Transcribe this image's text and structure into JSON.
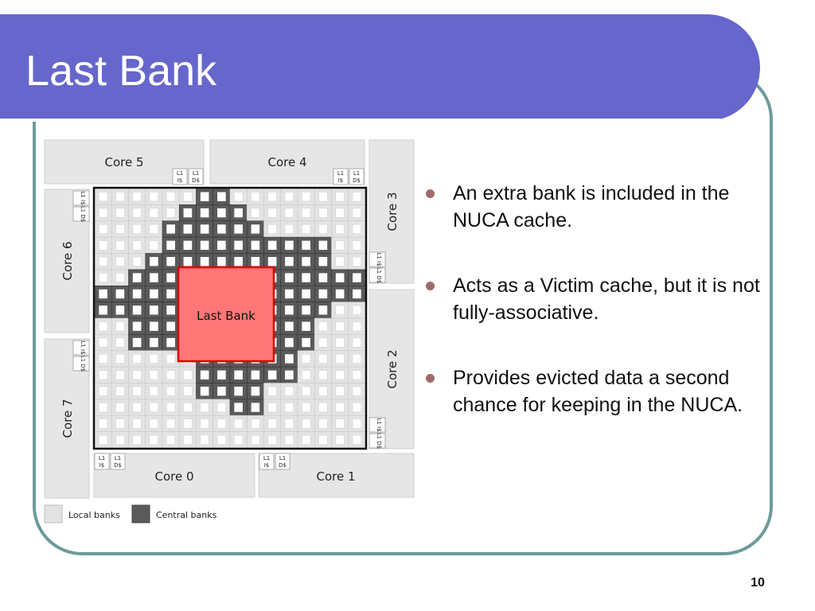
{
  "slide": {
    "title": "Last Bank",
    "page_number": "10",
    "bullets": [
      {
        "text": "An extra bank is included in the NUCA cache."
      },
      {
        "text": "Acts as a Victim cache, but it is not fully-associative."
      },
      {
        "text": "Provides evicted data a second chance for keeping in the NUCA."
      }
    ]
  },
  "diagram": {
    "cores": {
      "core0": "Core 0",
      "core1": "Core 1",
      "core2": "Core 2",
      "core3": "Core 3",
      "core4": "Core 4",
      "core5": "Core 5",
      "core6": "Core 6",
      "core7": "Core 7"
    },
    "l1_icache": "L1 I$",
    "l1_dcache": "L1 D$",
    "l1_label": "L1",
    "icache_label": "I$",
    "dcache_label": "D$",
    "last_bank_label": "Last Bank",
    "legend": {
      "local": "Local banks",
      "central": "Central banks"
    },
    "colors": {
      "local_bank": "#e3e3e3",
      "central_bank": "#5a5a5a",
      "last_bank_fill": "#ff7777",
      "last_bank_border": "#dd0000",
      "core_block": "#e6e6e6"
    },
    "grid": {
      "rows": 16,
      "cols": 16,
      "central_cells_per_row": [
        [
          6,
          7
        ],
        [
          5,
          6,
          7,
          8
        ],
        [
          4,
          5,
          6,
          7,
          8,
          9
        ],
        [
          4,
          5,
          6,
          7,
          8,
          9,
          10,
          11,
          12,
          13
        ],
        [
          3,
          4,
          5,
          6,
          7,
          8,
          9,
          10,
          11,
          12,
          13
        ],
        [
          2,
          3,
          4,
          5,
          6,
          7,
          8,
          9,
          10,
          11,
          12,
          13,
          14,
          15
        ],
        [
          0,
          1,
          2,
          3,
          4,
          5,
          6,
          7,
          8,
          9,
          10,
          11,
          12,
          13,
          14,
          15
        ],
        [
          0,
          1,
          2,
          3,
          4,
          5,
          6,
          7,
          8,
          9,
          10,
          11,
          12,
          13
        ],
        [
          2,
          3,
          4,
          5,
          6,
          7,
          8,
          9,
          10,
          11,
          12
        ],
        [
          2,
          3,
          4,
          5,
          6,
          7,
          8,
          9,
          10,
          11,
          12
        ],
        [
          6,
          7,
          8,
          9,
          10,
          11
        ],
        [
          6,
          7,
          8,
          9,
          10,
          11
        ],
        [
          6,
          7,
          8,
          9
        ],
        [
          8,
          9
        ],
        [],
        []
      ]
    }
  }
}
